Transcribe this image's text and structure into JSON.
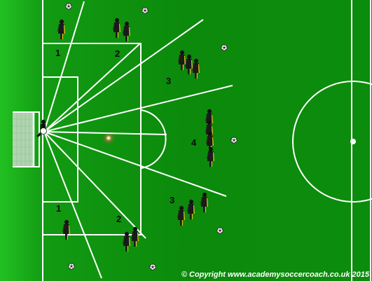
{
  "zone_labels": {
    "top_left_1": "1",
    "top_left_2": "2",
    "top_left_3": "3",
    "middle_4": "4",
    "bottom_left_1": "1",
    "bottom_left_2": "2",
    "bottom_left_3": "3"
  },
  "copyright": "© Copyright www.academysoccercoach.co.uk 2015",
  "colors": {
    "pitch_green": "#0b8f0b",
    "pitch_green_light": "#1fb81f",
    "line_white": "#ffffff",
    "player_shirt": "#1a1a1a",
    "player_trim": "#e8c81a",
    "goal_net": "#d8e8d8"
  },
  "icons": {
    "player": "player-figure-icon",
    "ball": "soccer-ball-icon",
    "goalkeeper": "goalkeeper-figure-icon",
    "goal": "goal-net-icon"
  }
}
